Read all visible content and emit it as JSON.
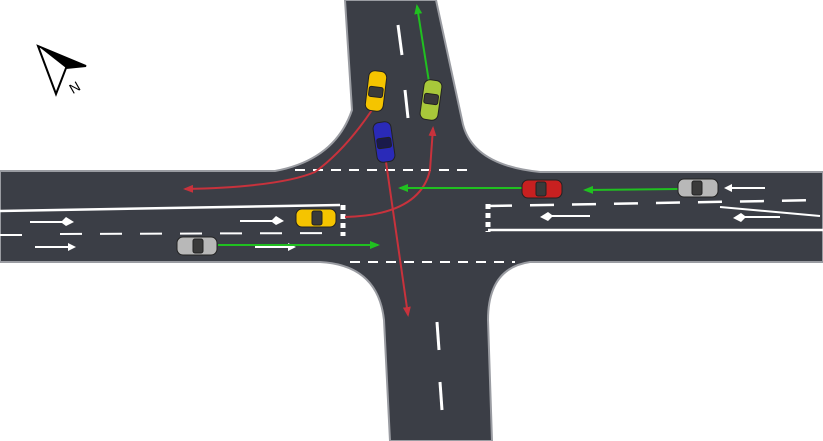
{
  "compass": {
    "icon": "north-arrow-icon",
    "label": "N"
  },
  "colors": {
    "road": "#3b3e46",
    "road_edge": "#8e9096",
    "marking": "#ffffff",
    "path_red": "#c8323c",
    "path_green": "#20c020",
    "background": "#ffffff"
  },
  "vehicles": [
    {
      "id": "yellow-car-north",
      "color": "#f5c400",
      "role": "left-turn"
    },
    {
      "id": "blue-car-north",
      "color": "#2a2ab8",
      "role": "straight"
    },
    {
      "id": "olive-car-north",
      "color": "#a8c83a",
      "role": "straight"
    },
    {
      "id": "red-car-east",
      "color": "#c82020",
      "role": "straight"
    },
    {
      "id": "gray-car-east",
      "color": "#b8b8b8",
      "role": "straight"
    },
    {
      "id": "yellow-car-west",
      "color": "#f5c400",
      "role": "left-turn"
    },
    {
      "id": "gray-car-west",
      "color": "#b8b8b8",
      "role": "straight"
    }
  ],
  "paths": [
    {
      "id": "path-yellow-north-left",
      "color": "red"
    },
    {
      "id": "path-blue-straight",
      "color": "red"
    },
    {
      "id": "path-yellow-west-left",
      "color": "red"
    },
    {
      "id": "path-olive-straight",
      "color": "green"
    },
    {
      "id": "path-red-east-straight",
      "color": "green"
    },
    {
      "id": "path-gray-east",
      "color": "green"
    },
    {
      "id": "path-gray-west-straight",
      "color": "green"
    }
  ]
}
